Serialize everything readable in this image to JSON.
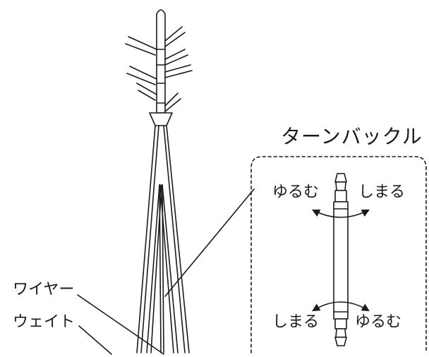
{
  "diagram": {
    "turnbuckle_title": "ターンバックル",
    "loosen_top": "ゆるむ",
    "tighten_top": "しまる",
    "tighten_bottom": "しまる",
    "loosen_bottom": "ゆるむ",
    "wire_label": "ワイヤー",
    "weight_label": "ウェイト"
  }
}
